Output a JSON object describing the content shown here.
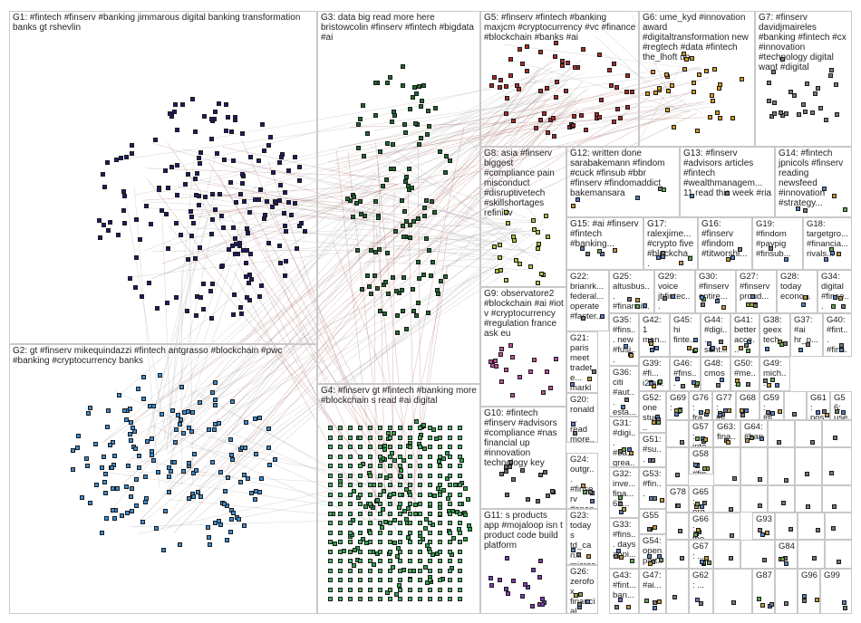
{
  "groups": [
    {
      "id": "G1",
      "label": "G1: #fintech #finserv #banking jimmarous digital banking transformation banks gt rshevlin",
      "color": "#1c1c6e"
    },
    {
      "id": "G2",
      "label": "G2: gt #finserv mikequindazzi #fintech antgrasso #blockchain #pwc #banking #cryptocurrency banks",
      "color": "#3a8fd6"
    },
    {
      "id": "G3",
      "label": "G3: data big read more here bristowcolin #finserv #fintech #bigdata #ai",
      "color": "#1e6b2e"
    },
    {
      "id": "G4",
      "label": "G4: #finserv gt #fintech #banking more #blockchain s read #ai digital",
      "color": "#2ea34a"
    },
    {
      "id": "G5",
      "label": "G5: #finserv #fintech #banking maxjcm #cryptocurrency #vc #finance #blockchain #banks #ai",
      "color": "#b02a2a"
    },
    {
      "id": "G6",
      "label": "G6: ume_kyd #innovation award #digitaltransformation new #regtech #data #fintech the_lhoft up",
      "color": "#d99a1a"
    },
    {
      "id": "G7",
      "label": "G7: #finserv davidjmaireles #banking #fintech #cx #innovation #technology digital want #digital",
      "color": "#7a7a7a"
    },
    {
      "id": "G8",
      "label": "G8: asia #finserv biggest #compliance pain misconduct #disruptivetech #skillshortages refinitiv",
      "color": "#a8c63c"
    },
    {
      "id": "G9",
      "label": "G9: observatore2 #blockchain #ai #iot v #cryptocurrency #regulation france ask eu",
      "color": "#c24f9e"
    },
    {
      "id": "G10",
      "label": "G10: #fintech #finserv #advisors #compliance #nas financial up #innovation technology key",
      "color": "#6d6d6d"
    },
    {
      "id": "G11",
      "label": "G11: s products app #mojaloop isn t product code build platform",
      "color": "#7b3fb5"
    },
    {
      "id": "G12",
      "label": "G12: written done sarabakemann #findom #cuck #finsub #bbr #finserv #findomaddict bakemansara",
      "color": "#555555"
    },
    {
      "id": "G13",
      "label": "G13: #finserv #advisors articles #fintech #wealthmanagem... 11 read this week #ria",
      "color": "#555555"
    },
    {
      "id": "G14",
      "label": "G14: #fintech jpnicols #finserv reading newsfeed #innovation #strategy...",
      "color": "#555555"
    },
    {
      "id": "G15",
      "label": "G15: #ai #finserv #fintech #banking...",
      "color": "#555555"
    },
    {
      "id": "G16",
      "label": "G16: #finserv #findom #titworshi...",
      "color": "#555555"
    },
    {
      "id": "G17",
      "label": "G17: ralexjime... #crypto five #blockcha...",
      "color": "#555555"
    },
    {
      "id": "G18",
      "label": "G18: targetgro... #financia... rivals...",
      "color": "#555555"
    },
    {
      "id": "G19",
      "label": "G19: #findom #paypig #finsub...",
      "color": "#555555"
    },
    {
      "id": "G20",
      "label": "G20: ronald... read more...",
      "color": "#555555"
    },
    {
      "id": "G21",
      "label": "G21: paris meet tradete... marklo...",
      "color": "#555555"
    },
    {
      "id": "G22",
      "label": "G22: brianrk... federal... operate #faster...",
      "color": "#555555"
    },
    {
      "id": "G23",
      "label": "G23: today s td_can... micros...",
      "color": "#555555"
    },
    {
      "id": "G24",
      "label": "G24: outgr... #finserv #open... work...",
      "color": "#555555"
    },
    {
      "id": "G25",
      "label": "G25: altusbus... #financi...",
      "color": "#555555"
    },
    {
      "id": "G26",
      "label": "G26: zerofox financial learn...",
      "color": "#555555"
    },
    {
      "id": "G27",
      "label": "G27: #finserv proud...",
      "color": "#555555"
    },
    {
      "id": "G28",
      "label": "G28: today econo...",
      "color": "#555555"
    },
    {
      "id": "G29",
      "label": "G29: voice jbfintec...",
      "color": "#555555"
    },
    {
      "id": "G30",
      "label": "G30: #finserv entire...",
      "color": "#555555"
    },
    {
      "id": "G31",
      "label": "G31: #digi... #ba... grea...",
      "color": "#555555"
    },
    {
      "id": "G32",
      "label": "G32: inve... fina... 62...",
      "color": "#555555"
    },
    {
      "id": "G33",
      "label": "G33: #fins... days appi...",
      "color": "#555555"
    },
    {
      "id": "G34",
      "label": "G34: digital #finse...",
      "color": "#555555"
    },
    {
      "id": "G35",
      "label": "G35: #fins... new #fusi...",
      "color": "#555555"
    },
    {
      "id": "G36",
      "label": "G36: citi #aut... esta...",
      "color": "#555555"
    },
    {
      "id": "G37",
      "label": "G37: #ai hr_p...",
      "color": "#555555"
    },
    {
      "id": "G38",
      "label": "G38: geex tech...",
      "color": "#555555"
    },
    {
      "id": "G39",
      "label": "G39: #fi... i2fa...",
      "color": "#555555"
    },
    {
      "id": "G40",
      "label": "G40: #fint... #fins...",
      "color": "#555555"
    },
    {
      "id": "G41",
      "label": "G41: better acce...",
      "color": "#555555"
    },
    {
      "id": "G42",
      "label": "G42: 1 man...",
      "color": "#555555"
    },
    {
      "id": "G43",
      "label": "G43: #fint... ban...",
      "color": "#555555"
    },
    {
      "id": "G44",
      "label": "G44: #digi... sunt...",
      "color": "#555555"
    },
    {
      "id": "G45",
      "label": "G45: hi finte...",
      "color": "#555555"
    },
    {
      "id": "G46",
      "label": "G46: #fins...",
      "color": "#555555"
    },
    {
      "id": "G47",
      "label": "G47: #ai...",
      "color": "#555555"
    },
    {
      "id": "G48",
      "label": "G48: cmos",
      "color": "#555555"
    },
    {
      "id": "G49",
      "label": "G49: mich...",
      "color": "#555555"
    },
    {
      "id": "G50",
      "label": "G50: #me...",
      "color": "#555555"
    },
    {
      "id": "G51",
      "label": "G51: #su...",
      "color": "#555555"
    },
    {
      "id": "G52",
      "label": "G52: one stud...",
      "color": "#555555"
    },
    {
      "id": "G53",
      "label": "G53: #fin...",
      "color": "#555555"
    },
    {
      "id": "G54",
      "label": "G54: open part...",
      "color": "#555555"
    },
    {
      "id": "G55",
      "label": "G55",
      "color": "#555555"
    },
    {
      "id": "G56",
      "label": "G56: use...",
      "color": "#555555"
    },
    {
      "id": "G57",
      "label": "G57: inte...",
      "color": "#555555"
    },
    {
      "id": "G58",
      "label": "G58: #fin...",
      "color": "#555555"
    },
    {
      "id": "G59",
      "label": "G59: #fi...",
      "color": "#555555"
    },
    {
      "id": "G61",
      "label": "G61: pos...",
      "color": "#555555"
    },
    {
      "id": "G62",
      "label": "G62: ...",
      "color": "#555555"
    },
    {
      "id": "G63",
      "label": "G63: fina...",
      "color": "#555555"
    },
    {
      "id": "G64",
      "label": "G64: #ban...",
      "color": "#555555"
    },
    {
      "id": "G65",
      "label": "G65: org...",
      "color": "#555555"
    },
    {
      "id": "G66",
      "label": "G66: tho...",
      "color": "#555555"
    },
    {
      "id": "G67",
      "label": "G67: ...",
      "color": "#555555"
    },
    {
      "id": "G68",
      "label": "G68",
      "color": "#555555"
    },
    {
      "id": "G69",
      "label": "G69: ...",
      "color": "#555555"
    },
    {
      "id": "G76",
      "label": "G76: fra...",
      "color": "#555555"
    },
    {
      "id": "G77",
      "label": "G77: #fi...",
      "color": "#555555"
    },
    {
      "id": "G78",
      "label": "G78",
      "color": "#555555"
    },
    {
      "id": "G84",
      "label": "G84",
      "color": "#555555"
    },
    {
      "id": "G87",
      "label": "G87",
      "color": "#555555"
    },
    {
      "id": "G93",
      "label": "G93",
      "color": "#555555"
    },
    {
      "id": "G96",
      "label": "G96",
      "color": "#555555"
    },
    {
      "id": "G99",
      "label": "G99",
      "color": "#555555"
    }
  ]
}
